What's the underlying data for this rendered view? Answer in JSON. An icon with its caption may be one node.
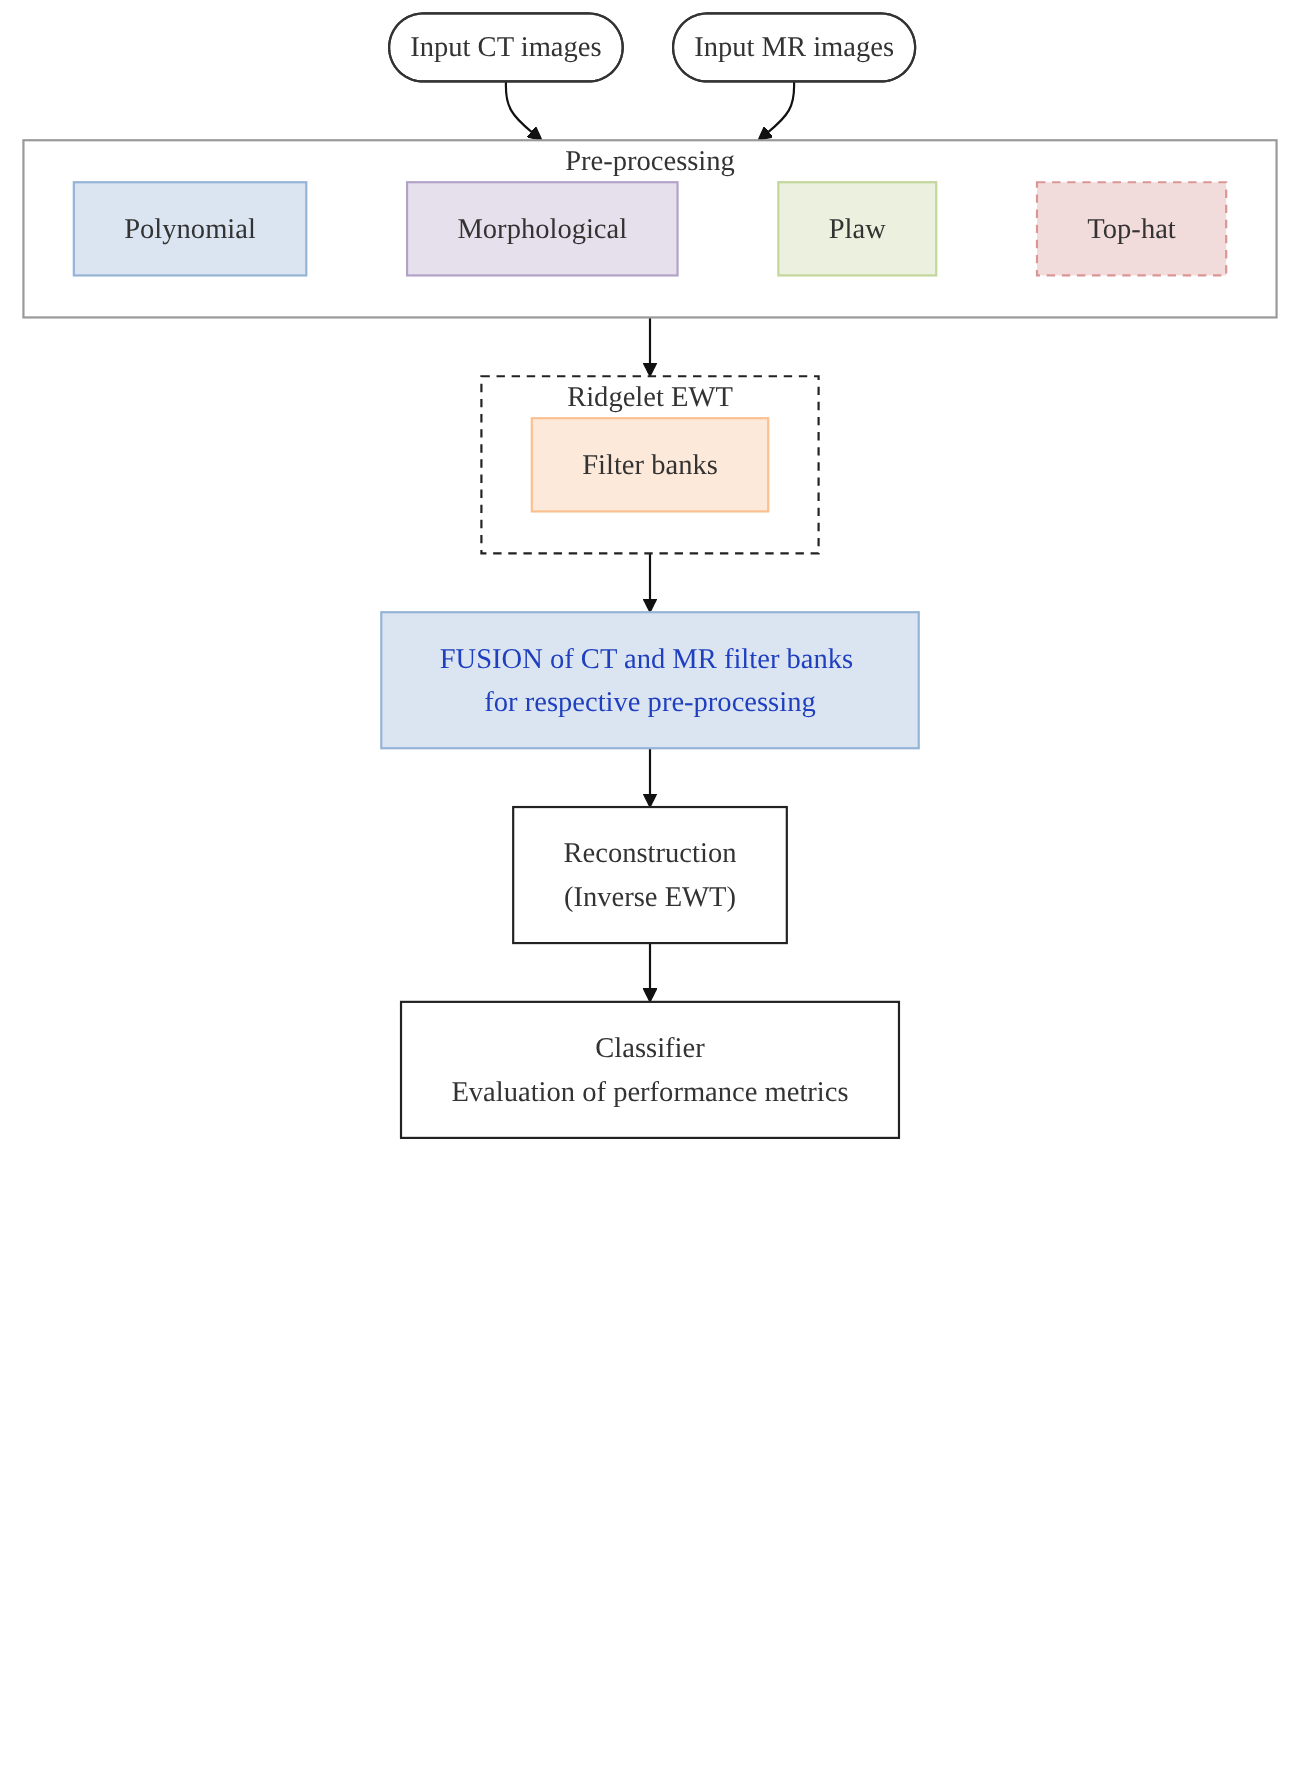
{
  "diagram": {
    "nodes": [
      {
        "text": [
          "Input CT images"
        ]
      },
      {
        "text": [
          "Input MR images"
        ]
      },
      {
        "text": [
          "Pre-processing"
        ]
      },
      {
        "text": [
          "Polynomial"
        ],
        "in": 2
      },
      {
        "text": [
          "Morphological"
        ],
        "in": 2
      },
      {
        "text": [
          "Plaw"
        ],
        "in": 2
      },
      {
        "text": [
          "Top-hat"
        ],
        "in": 2
      },
      {
        "text": [
          "Ridgelet EWT"
        ]
      },
      {
        "text": [
          "Filter banks"
        ],
        "in": 7
      },
      {
        "text": [
          "FUSION of CT and MR filter banks for respective pre-processing"
        ]
      },
      {
        "text": [
          "Reconstruction",
          "(Inverse EWT)"
        ]
      },
      {
        "text": [
          "Classifier",
          "Evaluation of performance metrics"
        ]
      }
    ],
    "edges": [
      {
        "from": 0,
        "to": 2,
        "arrow": "to"
      },
      {
        "from": 1,
        "to": 2,
        "arrow": "to"
      },
      {
        "from": 2,
        "to": 7,
        "arrow": "to"
      },
      {
        "from": 7,
        "to": 9,
        "arrow": "to"
      },
      {
        "from": 9,
        "to": 10,
        "arrow": "to"
      },
      {
        "from": 10,
        "to": 11,
        "arrow": "to"
      }
    ]
  }
}
